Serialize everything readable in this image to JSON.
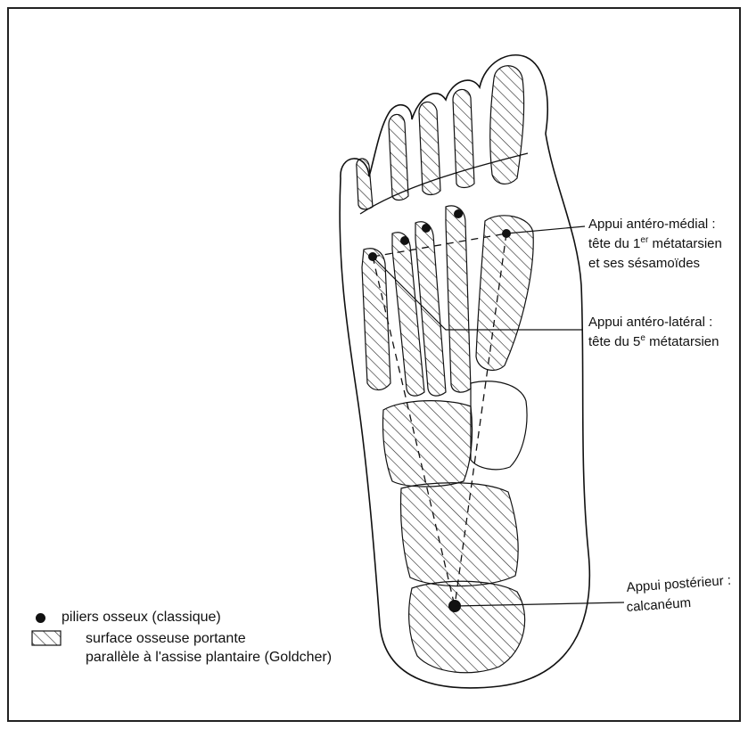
{
  "annotations": {
    "antero_medial": {
      "title": "Appui antéro-médial :",
      "line2_prefix": "tête du 1",
      "line2_sup": "er",
      "line2_suffix": " métatarsien",
      "line3": "et ses sésamoïdes"
    },
    "antero_lateral": {
      "title": "Appui antéro-latéral :",
      "line2_prefix": "tête du 5",
      "line2_sup": "e",
      "line2_suffix": " métatarsien"
    },
    "posterior": {
      "title": "Appui postérieur :",
      "line2": "calcanéum"
    }
  },
  "legend": {
    "dot_label": "piliers osseux (classique)",
    "hatch_line1": "surface osseuse portante",
    "hatch_line2": "parallèle à l'assise plantaire (Goldcher)"
  },
  "icons": [
    "bone-pillar-dot-icon",
    "hatched-surface-icon"
  ],
  "colors": {
    "ink": "#111111",
    "background": "#ffffff",
    "frame": "#222222"
  }
}
